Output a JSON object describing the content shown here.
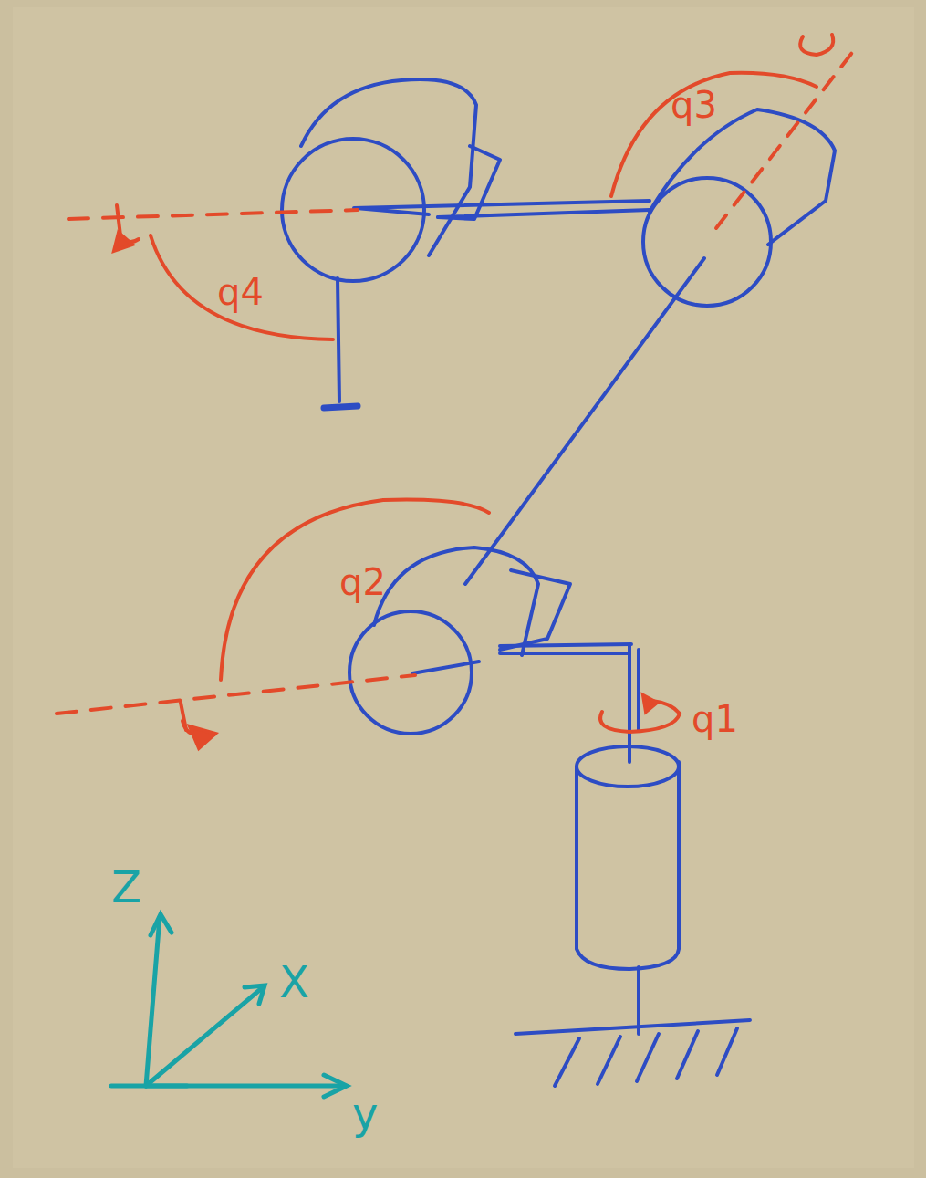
{
  "diagram": {
    "labels": [
      "q3",
      "q4",
      "q2",
      "q1",
      "Z",
      "X",
      "y"
    ]
  }
}
